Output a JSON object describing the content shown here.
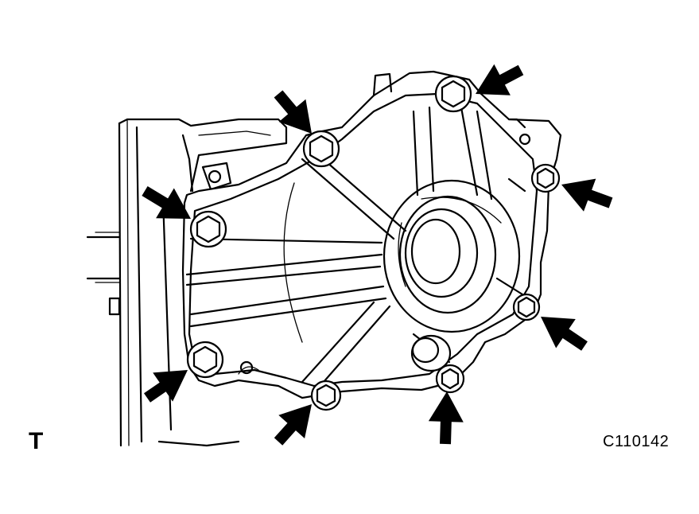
{
  "figure": {
    "corner_letter": "T",
    "figure_code": "C110142"
  },
  "colors": {
    "line": "#000000",
    "background": "#ffffff",
    "arrow": "#000000"
  },
  "callouts": {
    "bolt_count": 8,
    "arrow_count": 8,
    "icon": "arrow-icon"
  }
}
